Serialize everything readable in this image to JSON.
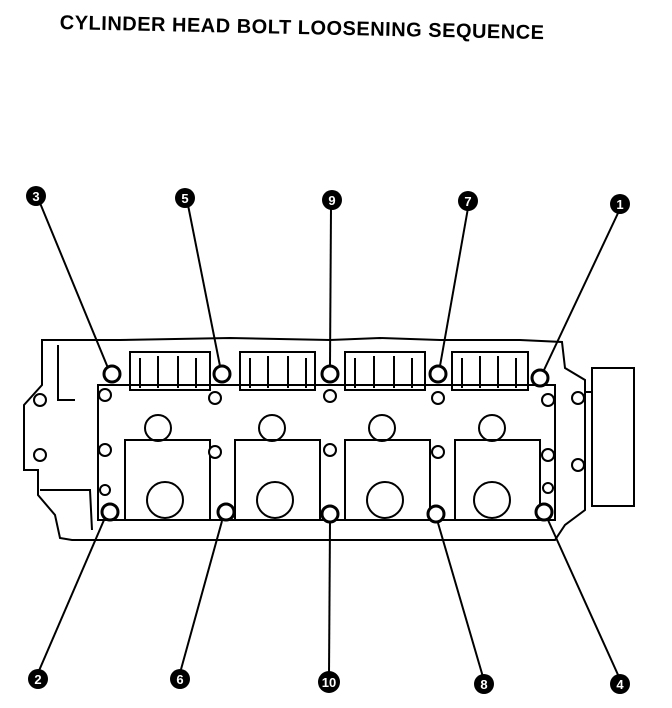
{
  "title": "CYLINDER HEAD BOLT LOOSENING SEQUENCE",
  "callouts": [
    {
      "label": "1"
    },
    {
      "label": "2"
    },
    {
      "label": "3"
    },
    {
      "label": "4"
    },
    {
      "label": "5"
    },
    {
      "label": "6"
    },
    {
      "label": "7"
    },
    {
      "label": "8"
    },
    {
      "label": "9"
    },
    {
      "label": "10"
    }
  ]
}
